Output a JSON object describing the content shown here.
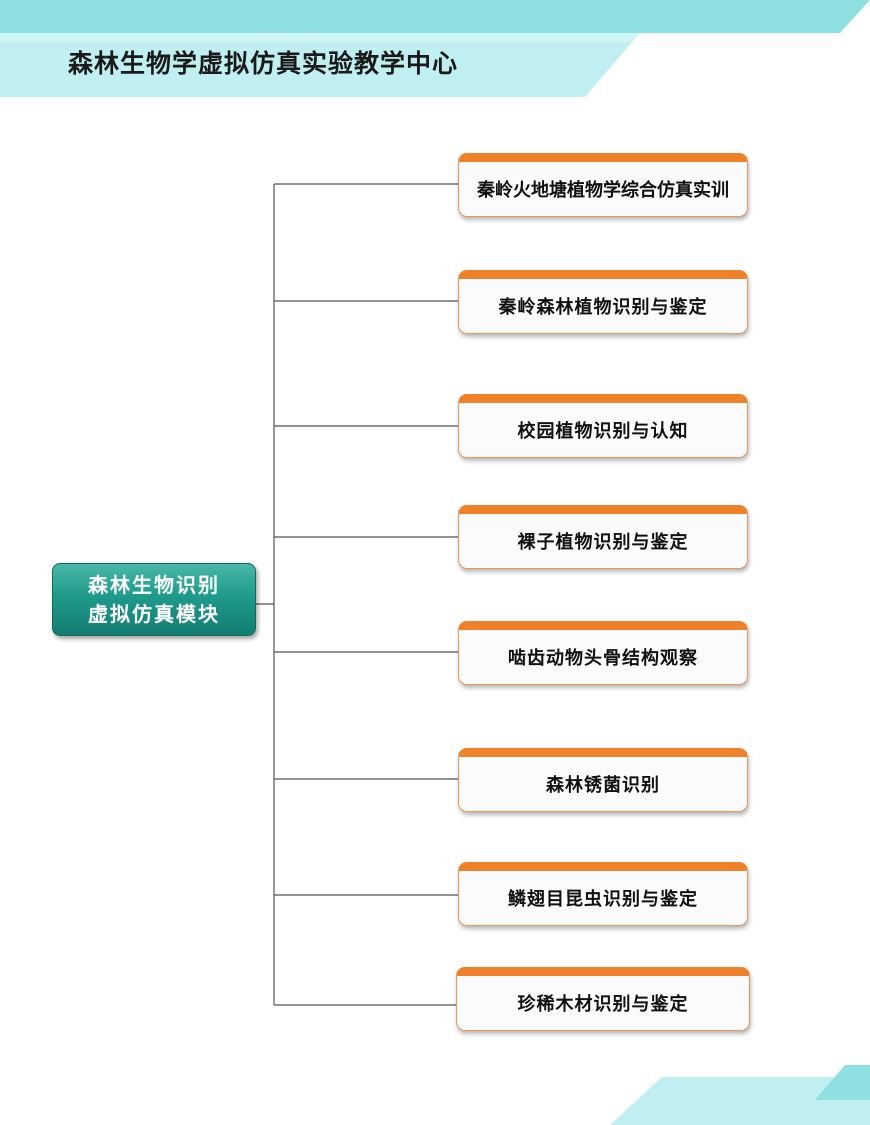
{
  "header": {
    "title": "森林生物学虚拟仿真实验教学中心"
  },
  "root": {
    "line1": "森林生物识别",
    "line2": "虚拟仿真模块"
  },
  "children": [
    {
      "label": "秦岭火地塘植物学综合仿真实训"
    },
    {
      "label": "秦岭森林植物识别与鉴定"
    },
    {
      "label": "校园植物识别与认知"
    },
    {
      "label": "裸子植物识别与鉴定"
    },
    {
      "label": "啮齿动物头骨结构观察"
    },
    {
      "label": "森林锈菌识别"
    },
    {
      "label": "鳞翅目昆虫识别与鉴定"
    },
    {
      "label": "珍稀木材识别与鉴定"
    }
  ],
  "colors": {
    "banner": "#8fe0e0",
    "banner_dark": "#4fc7c9",
    "root_fill": "#1f9a8b",
    "child_header": "#f0812b",
    "connector": "#555555"
  }
}
